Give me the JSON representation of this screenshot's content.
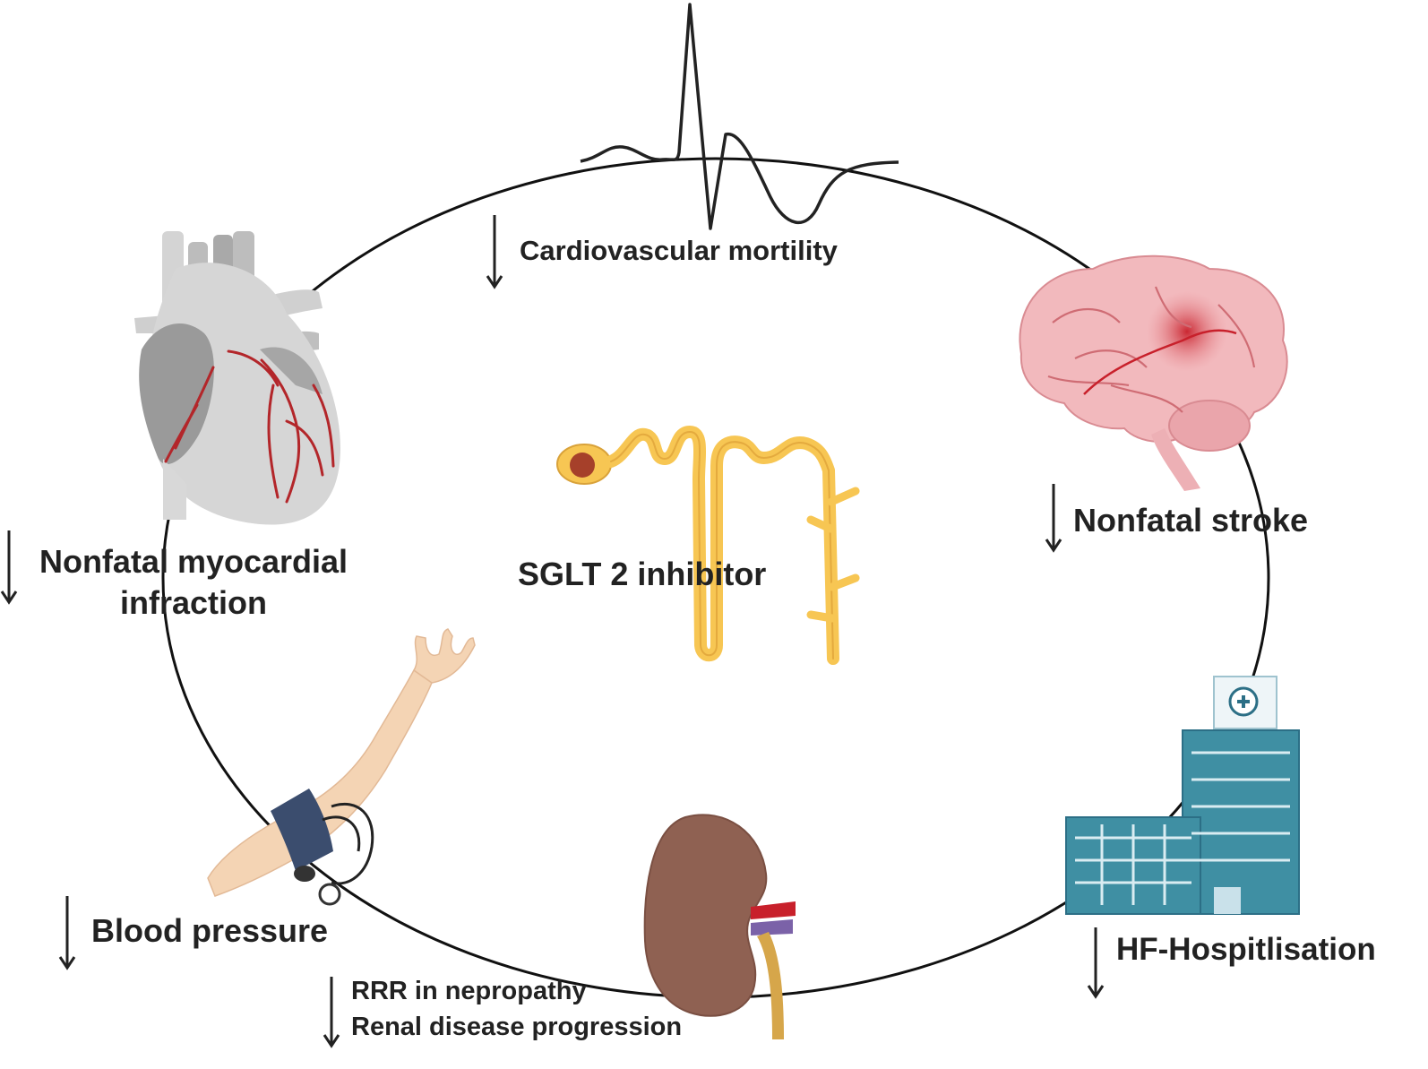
{
  "center_label": "SGLT 2 inhibitor",
  "effects": {
    "cardiovascular": "Cardiovascular mortility",
    "stroke": "Nonfatal stroke",
    "myocardial_line1": "Nonfatal myocardial",
    "myocardial_line2": "infraction",
    "blood_pressure": "Blood pressure",
    "renal_line1": "RRR in nepropathy",
    "renal_line2": "Renal disease progression",
    "hf": "HF-Hospitlisation"
  },
  "icons": [
    "ecg-waveform-icon",
    "heart-icon",
    "brain-icon",
    "nephron-icon",
    "arm-blood-pressure-cuff-icon",
    "kidney-icon",
    "hospital-icon",
    "down-arrow-icon"
  ],
  "colors": {
    "outline": "#111111",
    "heart": "#c9c9c9",
    "artery": "#b3262a",
    "brain": "#f2b9bd",
    "nephron": "#f7c653",
    "kidney": "#8f6152",
    "hospital_glass": "#3f8fa3",
    "cuff": "#3b4d6e"
  }
}
